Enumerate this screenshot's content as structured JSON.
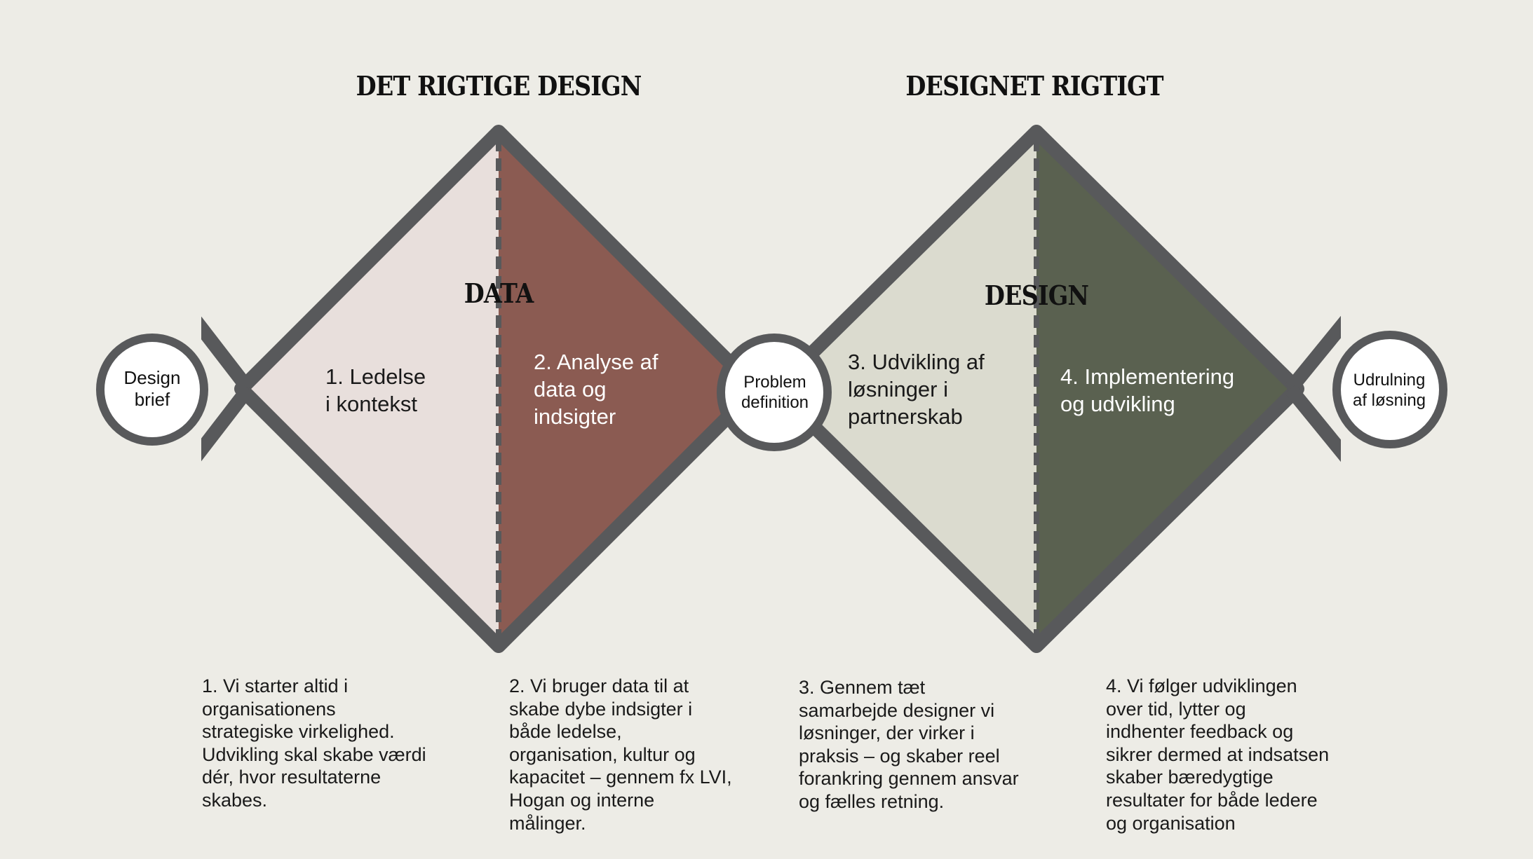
{
  "headers": {
    "left": "DET RIGTIGE DESIGN",
    "right": "DESIGNET RIGTIGT"
  },
  "phases": {
    "data": "DATA",
    "design": "DESIGN"
  },
  "nodes": {
    "start": "Design\nbrief",
    "middle": "Problem\ndefinition",
    "end": "Udrulning\naf løsning"
  },
  "steps": [
    {
      "label": "1. Ledelse\ni kontekst",
      "color": "#e8dfdc"
    },
    {
      "label": "2. Analyse af\ndata og\nindsigter",
      "color": "#8b5b52"
    },
    {
      "label": "3. Udvikling af\nløsninger i\npartnerskab",
      "color": "#dbdbcf"
    },
    {
      "label": "4. Implementering\nog udvikling",
      "color": "#5a6150"
    }
  ],
  "descriptions": [
    "1. Vi starter altid i\norganisationens\nstrategiske virkelighed.\nUdvikling skal skabe værdi\ndér, hvor resultaterne\nskabes.",
    "2. Vi bruger data til at\nskabe dybe indsigter i\nbåde ledelse,\norganisation, kultur og\nkapacitet – gennem fx LVI,\nHogan og interne\nmålinger.",
    "3. Gennem tæt\nsamarbejde designer vi\nløsninger, der virker i\npraksis – og skaber reel\nforankring gennem ansvar\nog fælles retning.",
    "4. Vi følger udviklingen\nover tid, lytter og\nindhenter feedback og\nsikrer dermed at indsatsen\nskaber bæredygtige\nresultater for både ledere\nog organisation"
  ],
  "colors": {
    "background": "#edece6",
    "outline": "#58595b"
  }
}
